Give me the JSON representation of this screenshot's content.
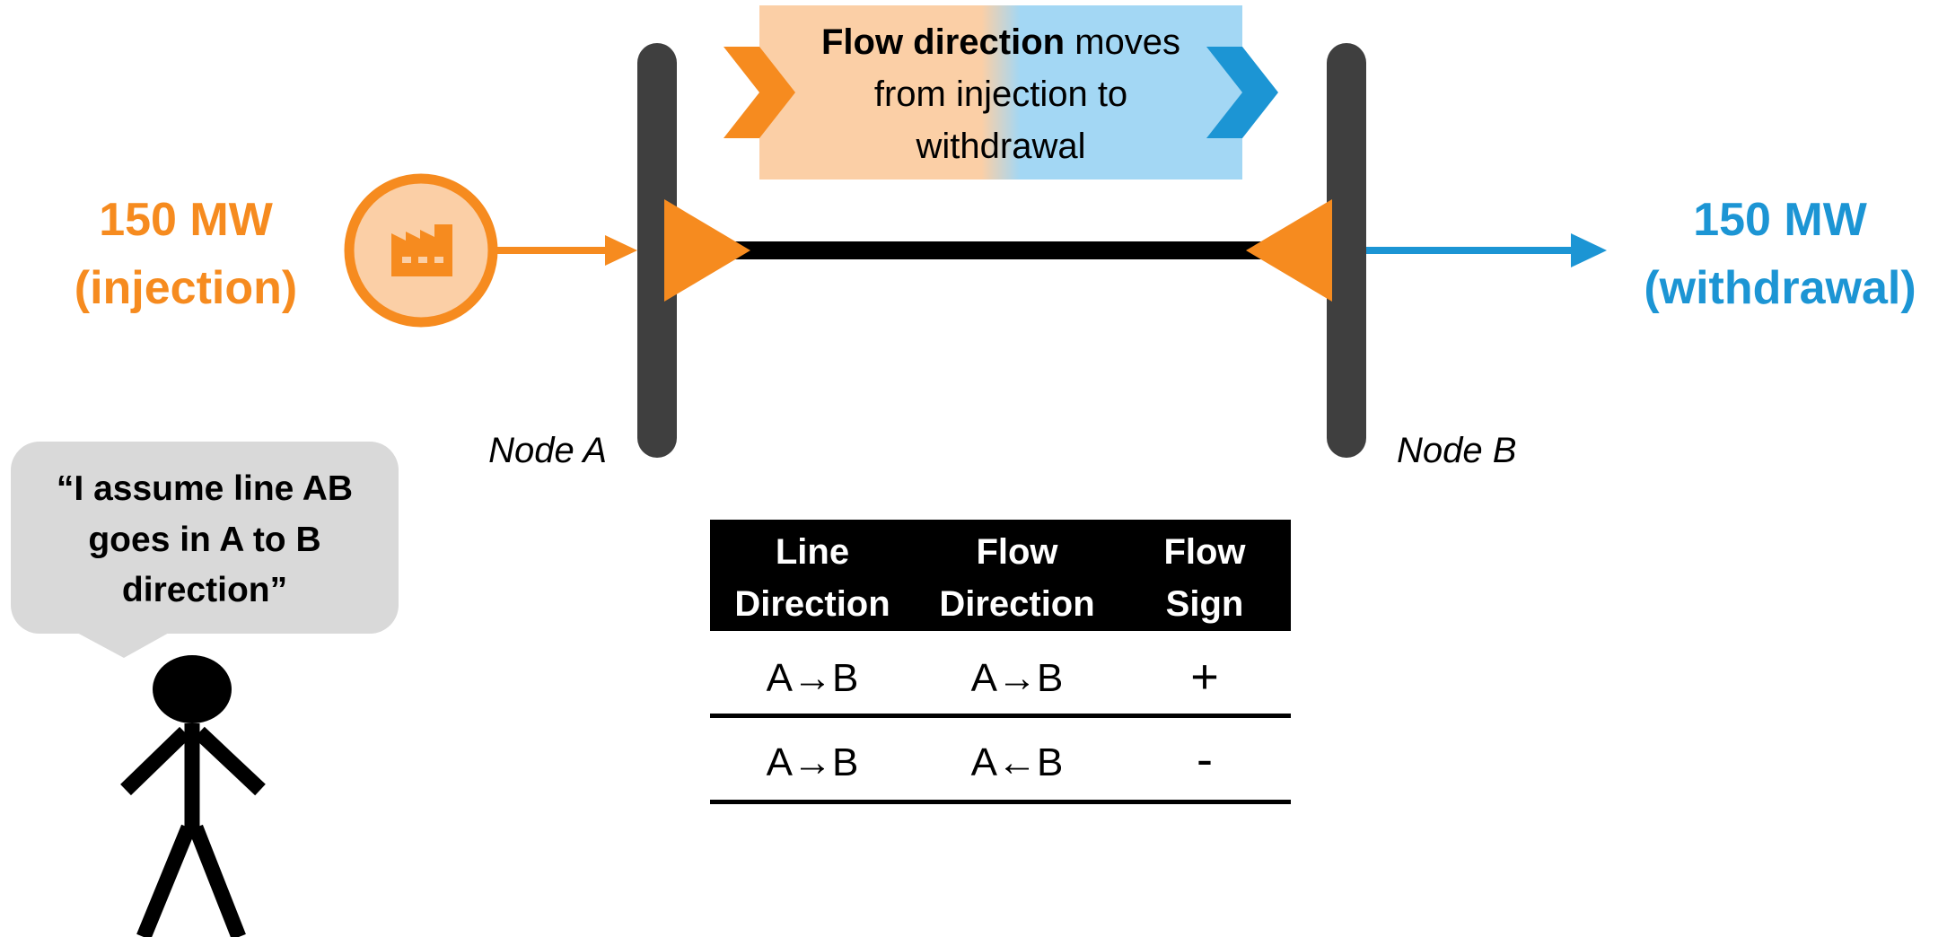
{
  "colors": {
    "orange": "#F68B1F",
    "blue": "#1C95D4",
    "bus_gray": "#3F3F3F",
    "light_orange": "#FBCFA6",
    "light_blue": "#A3D7F4",
    "bubble_gray": "#D9D9D9",
    "black": "#000000",
    "white": "#FFFFFF"
  },
  "icons": {
    "generator": "factory-icon"
  },
  "injection": {
    "value": "150 MW",
    "label": "(injection)"
  },
  "withdrawal": {
    "value": "150 MW",
    "label": "(withdrawal)"
  },
  "banner": {
    "bold": "Flow direction",
    "rest": " moves",
    "line2": "from injection to",
    "line3": "withdrawal"
  },
  "nodes": {
    "a": "Node A",
    "b": "Node B"
  },
  "speech": {
    "line1": "“I assume line AB",
    "line2": "goes in A to B",
    "line3": "direction”"
  },
  "table": {
    "headers": [
      {
        "line1": "Line",
        "line2": "Direction"
      },
      {
        "line1": "Flow",
        "line2": "Direction"
      },
      {
        "line1": "Flow",
        "line2": "Sign"
      }
    ],
    "rows": [
      [
        "A→B",
        "A→B",
        "+"
      ],
      [
        "A→B",
        "A←B",
        "-"
      ]
    ]
  }
}
